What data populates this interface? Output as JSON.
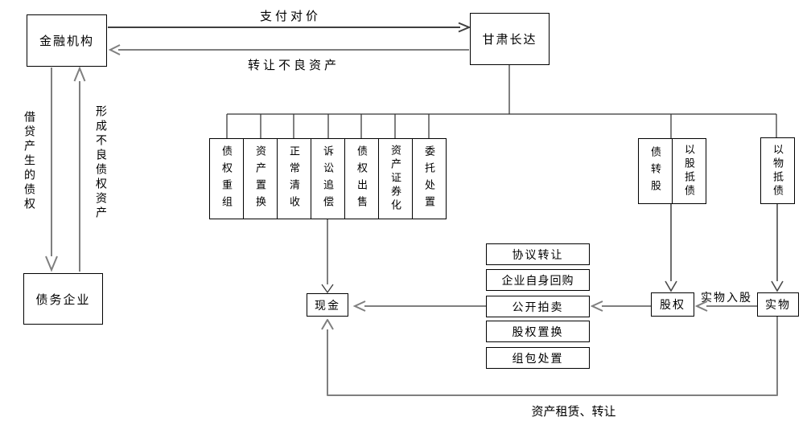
{
  "diagram": {
    "nodes": {
      "financial_institution": "金融机构",
      "gansu_changda": "甘肃长达",
      "debtor_enterprise": "债务企业",
      "cash": "现金",
      "equity": "股权",
      "physical_asset": "实物",
      "debt_to_equity": "债转股",
      "equity_offset_debt": "以股抵债",
      "physical_offset_debt": "以物抵债"
    },
    "disposal_methods": [
      "债权重组",
      "资产置换",
      "正常清收",
      "诉讼追偿",
      "债权出售",
      "资产证券化",
      "委托处置"
    ],
    "cash_methods": [
      "协议转让",
      "企业自身回购",
      "公开拍卖",
      "股权置换",
      "组包处置"
    ],
    "edge_labels": {
      "pay_consideration": "支付对价",
      "transfer_npa": "转让不良资产",
      "loan_generated_debt": "借贷产生的债权",
      "form_npa": "形成不良债权资产",
      "physical_investment": "实物入股",
      "asset_lease_transfer": "资产租赁、转让"
    },
    "colors": {
      "border": "#000000",
      "dark_line": "#3f3f3f",
      "grey_line": "#7f7f7f"
    }
  }
}
